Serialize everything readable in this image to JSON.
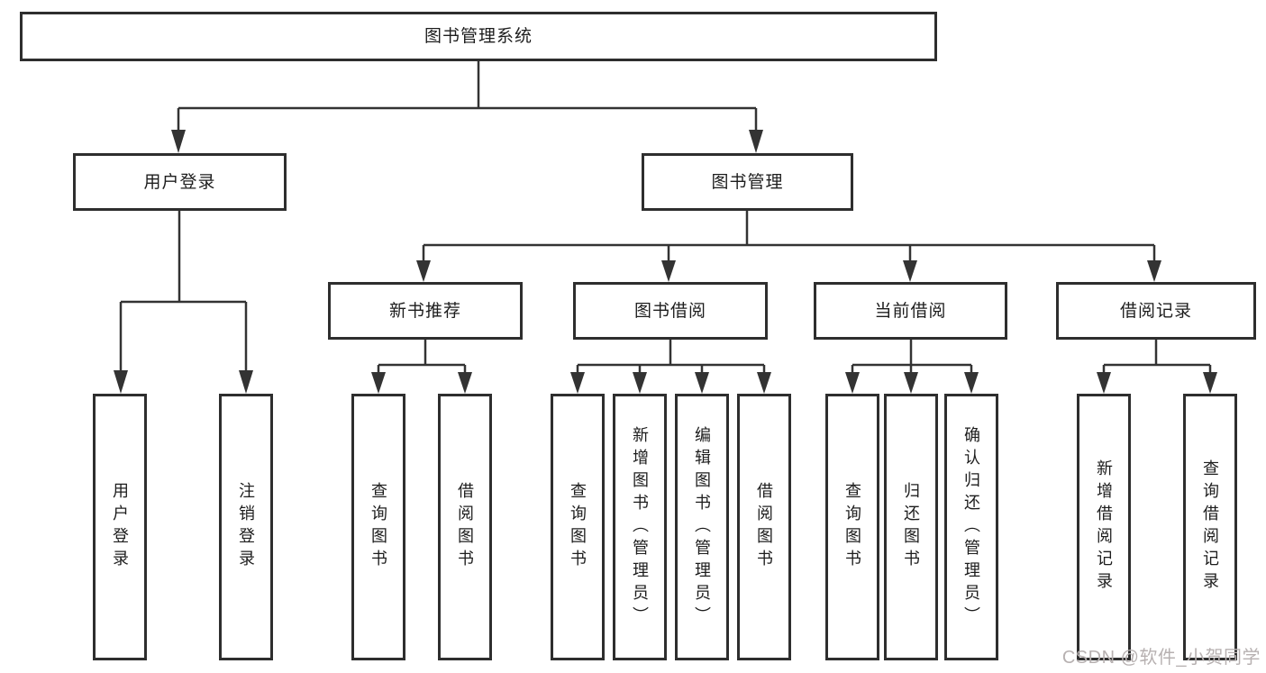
{
  "diagram": {
    "type": "hierarchy-tree",
    "colors": {
      "line": "#333333",
      "box_border": "#2e2e2e",
      "text": "#1d1d1d",
      "background": "#ffffff",
      "watermark": "#b7b1b1"
    },
    "root": {
      "label": "图书管理系统"
    },
    "level1": [
      {
        "label": "用户登录"
      },
      {
        "label": "图书管理"
      }
    ],
    "level2": [
      {
        "label": "新书推荐"
      },
      {
        "label": "图书借阅"
      },
      {
        "label": "当前借阅"
      },
      {
        "label": "借阅记录"
      }
    ],
    "leaves": {
      "login": [
        "用户登录",
        "注销登录"
      ],
      "recommend": [
        "查询图书",
        "借阅图书"
      ],
      "borrow": [
        "查询图书",
        "新增图书（管理员）",
        "编辑图书（管理员）",
        "借阅图书"
      ],
      "current": [
        "查询图书",
        "归还图书",
        "确认归还（管理员）"
      ],
      "records": [
        "新增借阅记录",
        "查询借阅记录"
      ]
    },
    "watermark": "CSDN @软件_小贺同学"
  }
}
